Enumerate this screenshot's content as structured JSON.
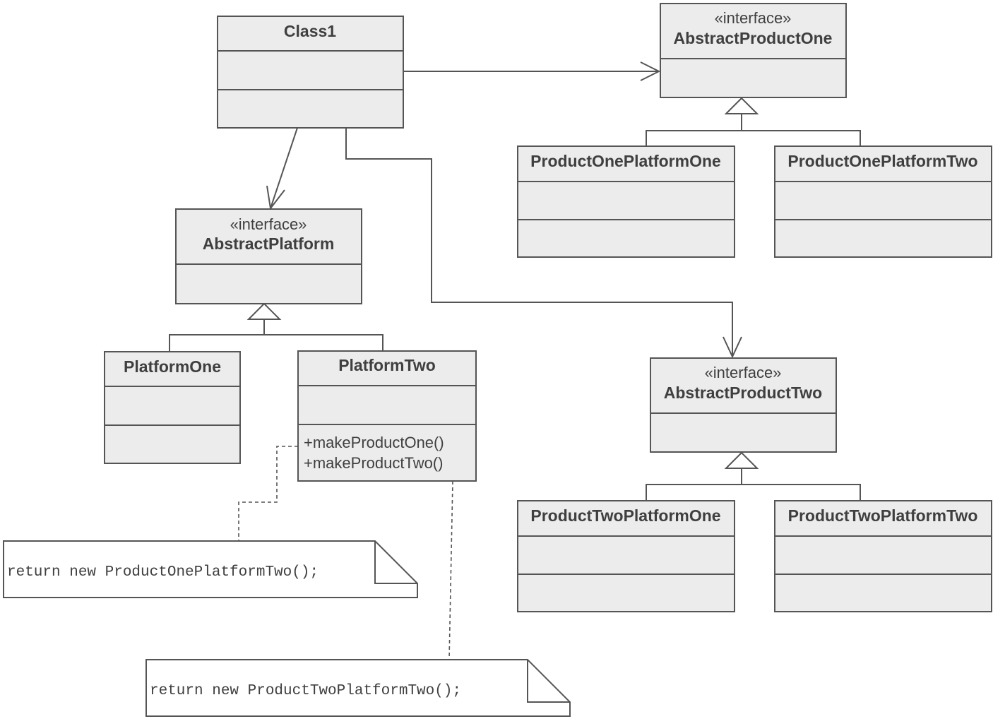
{
  "classes": {
    "class1": {
      "name": "Class1"
    },
    "abstract_product_one": {
      "stereotype": "«interface»",
      "name": "AbstractProductOne"
    },
    "product_one_platform_one": {
      "name": "ProductOnePlatformOne"
    },
    "product_one_platform_two": {
      "name": "ProductOnePlatformTwo"
    },
    "abstract_platform": {
      "stereotype": "«interface»",
      "name": "AbstractPlatform"
    },
    "platform_one": {
      "name": "PlatformOne"
    },
    "platform_two": {
      "name": "PlatformTwo",
      "methods": [
        "+makeProductOne()",
        "+makeProductTwo()"
      ]
    },
    "abstract_product_two": {
      "stereotype": "«interface»",
      "name": "AbstractProductTwo"
    },
    "product_two_platform_one": {
      "name": "ProductTwoPlatformOne"
    },
    "product_two_platform_two": {
      "name": "ProductTwoPlatformTwo"
    }
  },
  "notes": {
    "make_product_one": "return new ProductOnePlatformTwo();",
    "make_product_two": "return new ProductTwoPlatformTwo();"
  }
}
